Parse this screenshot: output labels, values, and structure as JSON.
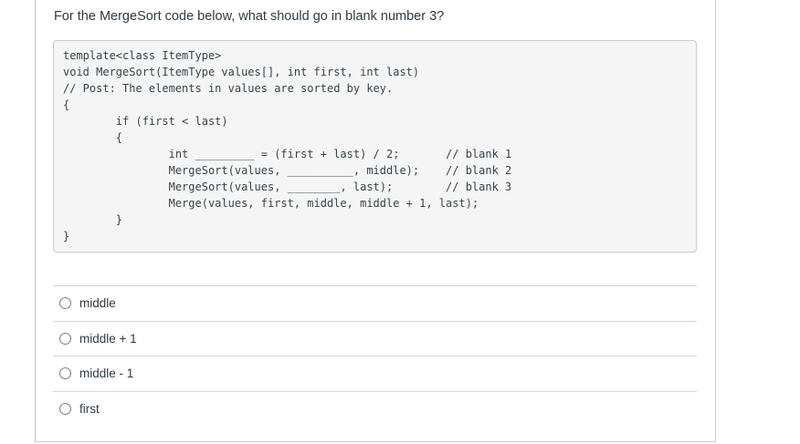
{
  "question": {
    "text": "For the MergeSort code below, what should go in blank number 3?"
  },
  "code": {
    "lines": [
      "template<class ItemType>",
      "void MergeSort(ItemType values[], int first, int last)",
      "// Post: The elements in values are sorted by key.",
      "{",
      "        if (first < last)",
      "        {",
      "                int _________ = (first + last) / 2;       // blank 1",
      "                MergeSort(values, __________, middle);    // blank 2",
      "                MergeSort(values, ________, last);        // blank 3",
      "                Merge(values, first, middle, middle + 1, last);",
      "        }",
      "}"
    ]
  },
  "options": [
    {
      "label": "middle"
    },
    {
      "label": "middle + 1"
    },
    {
      "label": "middle - 1"
    },
    {
      "label": "first"
    }
  ],
  "colors": {
    "text": "#2d3b45",
    "code_text": "#37444c",
    "code_background": "#f5f5f5",
    "code_border": "#cbcbcb",
    "card_border": "#c7cdd1",
    "separator": "#d5d5d5",
    "radio_border": "#737f88"
  }
}
